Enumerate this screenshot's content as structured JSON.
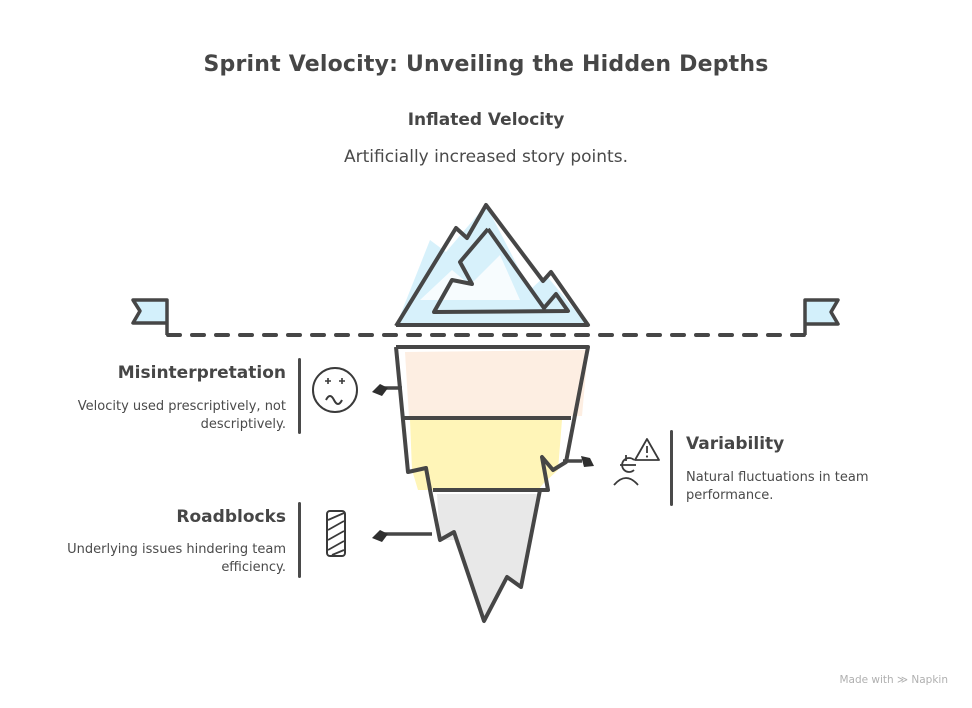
{
  "title": "Sprint Velocity: Unveiling the Hidden Depths",
  "top": {
    "heading": "Inflated Velocity",
    "description": "Artificially increased story points."
  },
  "callouts": [
    {
      "heading": "Misinterpretation",
      "description": "Velocity used prescriptively, not descriptively.",
      "icon": "confused-face-icon"
    },
    {
      "heading": "Variability",
      "description": "Natural fluctuations in team performance.",
      "icon": "person-warning-icon"
    },
    {
      "heading": "Roadblocks",
      "description": "Underlying issues hindering team efficiency.",
      "icon": "barrier-icon"
    }
  ],
  "colors": {
    "ice_tip": "#cdeffa",
    "layer_top": "#fdeee2",
    "layer_middle": "#fff5b8",
    "layer_bottom": "#e8e8e8",
    "stroke": "#464646"
  },
  "footer": {
    "made_with": "Made with",
    "brand": "Napkin"
  }
}
